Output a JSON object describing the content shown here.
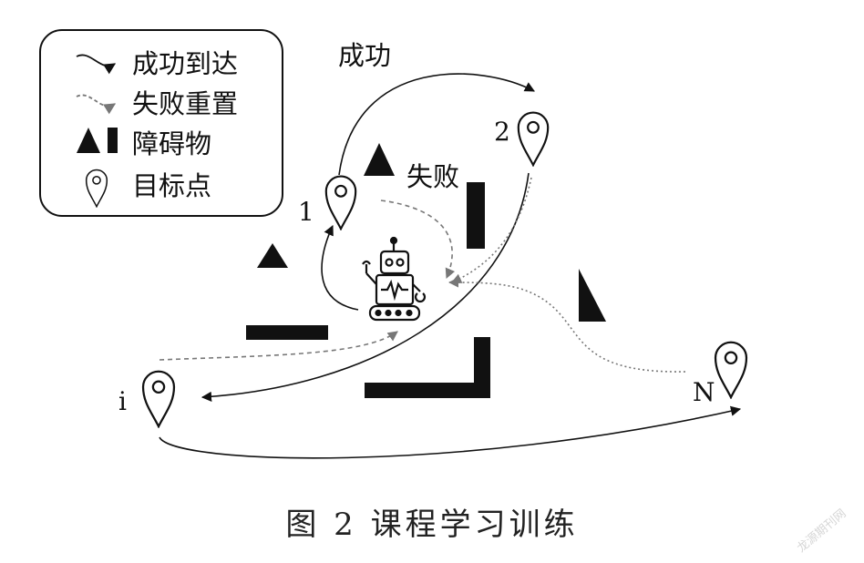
{
  "legend": {
    "success": "成功到达",
    "fail": "失败重置",
    "obstacle": "障碍物",
    "target": "目标点"
  },
  "labels": {
    "success": "成功",
    "fail": "失败",
    "target1": "1",
    "target2": "2",
    "targetI": "i",
    "targetN": "N"
  },
  "caption": "图 2   课程学习训练",
  "watermark": "龙源期刊网",
  "colors": {
    "stroke": "#111111",
    "dashed": "#777777",
    "obstacle": "#111111"
  }
}
